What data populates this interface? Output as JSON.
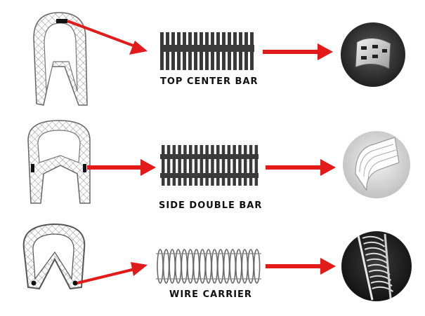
{
  "rows": [
    {
      "id": "top-center-bar",
      "label": "TOP CENTER BAR"
    },
    {
      "id": "side-double-bar",
      "label": "SIDE DOUBLE BAR"
    },
    {
      "id": "wire-carrier",
      "label": "WIRE CARRIER"
    }
  ],
  "colors": {
    "arrow": "#e21a1a",
    "bar": "#3a3a3a",
    "outline": "#666666",
    "photo_bg": "#2a2a2a"
  }
}
